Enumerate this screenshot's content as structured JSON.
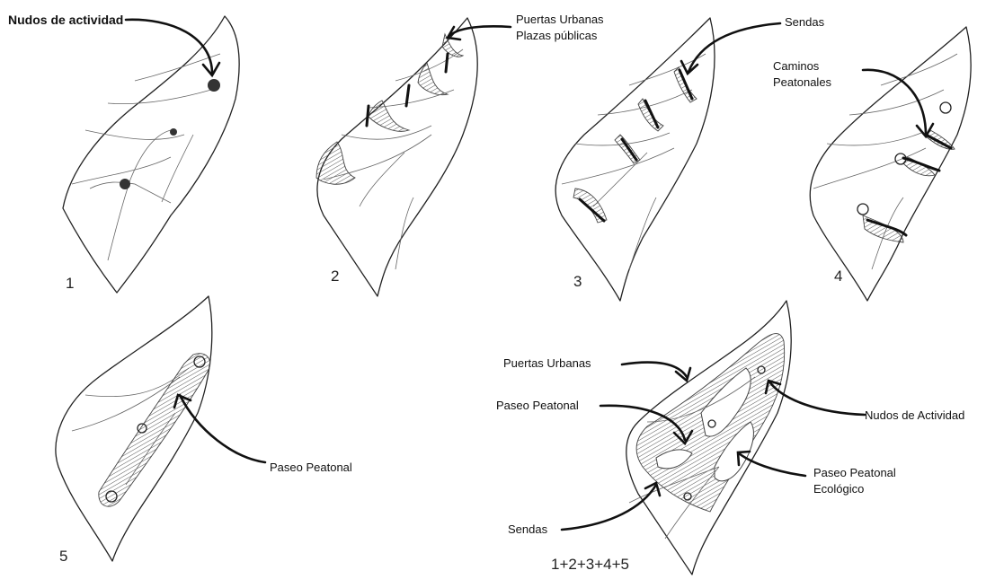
{
  "panels": [
    {
      "number": "1",
      "labels": [
        "Nudos de actividad"
      ]
    },
    {
      "number": "2",
      "labels": [
        "Puertas Urbanas",
        "Plazas públicas"
      ]
    },
    {
      "number": "3",
      "labels": [
        "Sendas"
      ]
    },
    {
      "number": "4",
      "labels": [
        "Caminos",
        "Peatonales"
      ]
    },
    {
      "number": "5",
      "labels": [
        "Paseo Peatonal"
      ]
    },
    {
      "number": "1+2+3+4+5",
      "labels": [
        "Puertas Urbanas",
        "Paseo Peatonal",
        "Nudos de Actividad",
        "Paseo Peatonal",
        "Ecológico",
        "Sendas"
      ]
    }
  ],
  "colors": {
    "ink": "#222222",
    "paper": "#ffffff",
    "hatch": "#555555"
  }
}
